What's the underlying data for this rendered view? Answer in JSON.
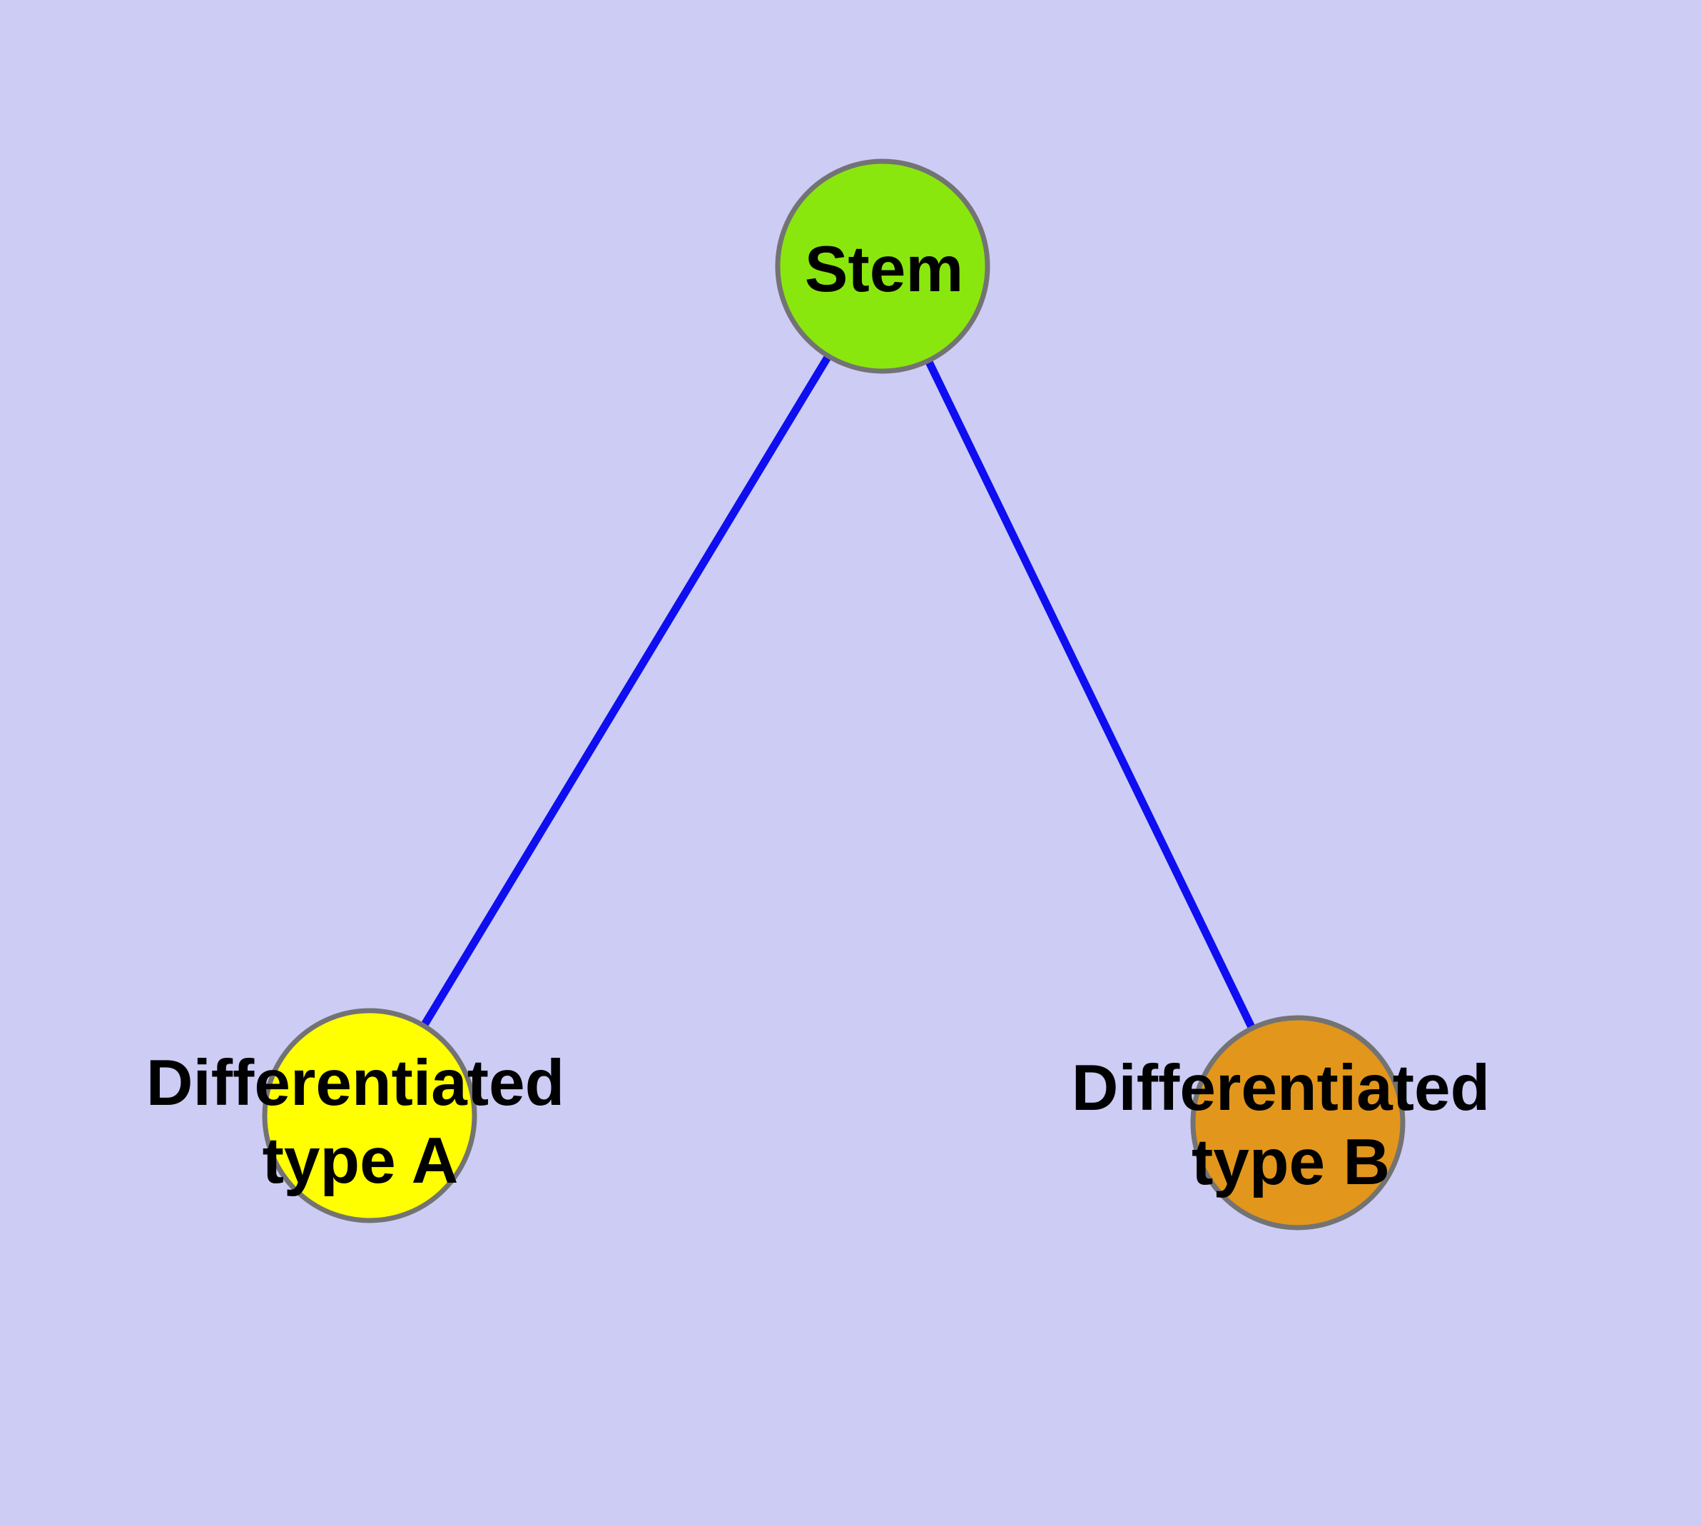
{
  "canvas": {
    "background_color": "#CCCCF5"
  },
  "graph": {
    "label_color": "#000000",
    "node_border_color": "#737373",
    "edge_color": "#0E0EF0",
    "nodes": {
      "stem": {
        "label": "Stem",
        "fill": "#89E70E"
      },
      "diff_a": {
        "label_line1": "Differentiated",
        "label_line2": "type A",
        "fill": "#FFFF00"
      },
      "diff_b": {
        "label_line1": "Differentiated",
        "label_line2": "type B",
        "fill": "#E2961C"
      }
    },
    "edges": {
      "stem_to_a": {
        "from": "Stem",
        "to": "Differentiated type A"
      },
      "stem_to_b": {
        "from": "Stem",
        "to": "Differentiated type B"
      }
    }
  }
}
